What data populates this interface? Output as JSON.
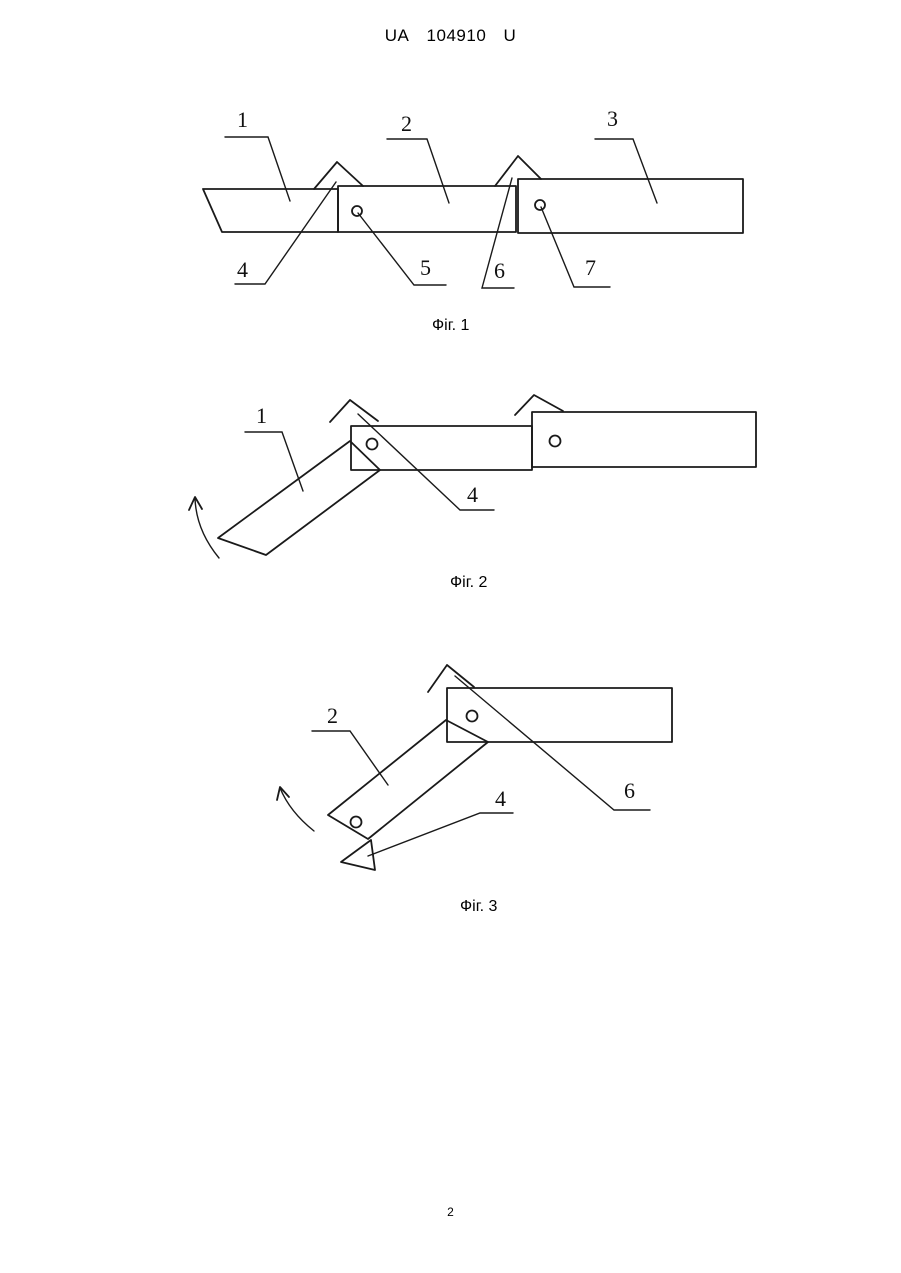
{
  "header": {
    "office": "UA",
    "number": "104910",
    "kind": "U"
  },
  "figures": [
    {
      "caption": "Фіг. 1",
      "labels": [
        "1",
        "2",
        "3",
        "4",
        "5",
        "6",
        "7"
      ]
    },
    {
      "caption": "Фіг. 2",
      "labels": [
        "1",
        "4"
      ]
    },
    {
      "caption": "Фіг. 3",
      "labels": [
        "2",
        "4",
        "6"
      ]
    }
  ],
  "page_number": "2"
}
